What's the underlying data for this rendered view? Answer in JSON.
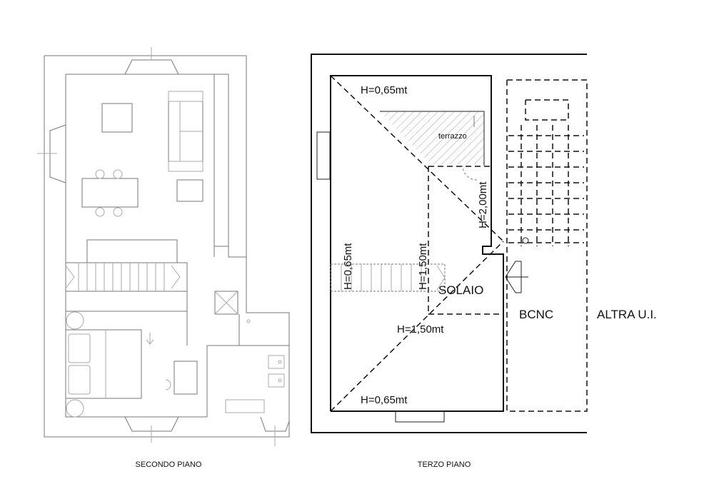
{
  "plans": {
    "left": {
      "caption": "SECONDO PIANO"
    },
    "right": {
      "caption": "TERZO PIANO"
    }
  },
  "labels": {
    "h_top": "H=0,65mt",
    "h_bottom": "H=0,65mt",
    "h_left_vertical": "H=0,65mt",
    "h_mid_vertical": "H=1,50mt",
    "h_diag": "H=1,50mt",
    "h_terrace_vertical": "H=2,00mt",
    "terrace": "terrazzo",
    "solaio": "SOLAIO",
    "bcnc": "BCNC",
    "altra": "ALTRA U.I."
  }
}
